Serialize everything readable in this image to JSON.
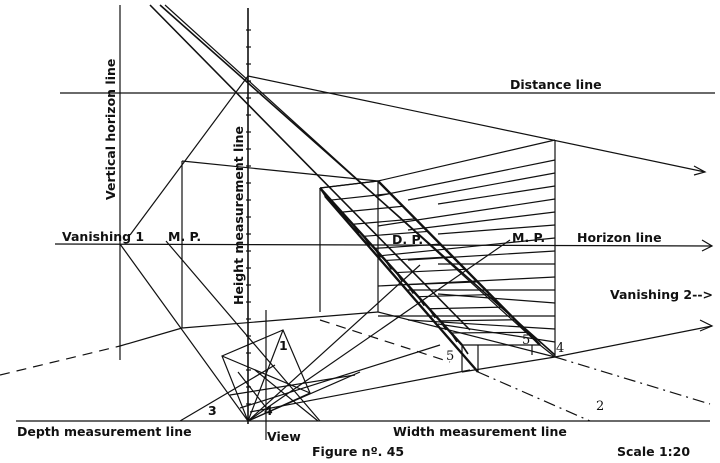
{
  "figure": {
    "title": "Figure nº. 45",
    "scale": "Scale 1:20",
    "subject": "Two-point perspective construction of a staircase"
  },
  "labels": {
    "distance_line": "Distance line",
    "vertical_horizon_line": "Vertical horizon line",
    "height_measurement_line": "Height measurement line",
    "horizon_line": "Horizon line",
    "vanishing_1": "Vanishing 1",
    "vanishing_2": "Vanishing 2-->",
    "mp_left": "M. P.",
    "mp_right": "M. P.",
    "dp": "D. P.",
    "depth_measurement_line": "Depth measurement line",
    "width_measurement_line": "Width measurement line",
    "view": "View"
  },
  "markers": {
    "m1": "1",
    "m2": "2",
    "m3": "3",
    "m4_low": "4",
    "m4_stairs": "4",
    "m5_left": "5",
    "m5_right": "5"
  },
  "colors": {
    "ink": "#111111",
    "paper": "#ffffff"
  }
}
